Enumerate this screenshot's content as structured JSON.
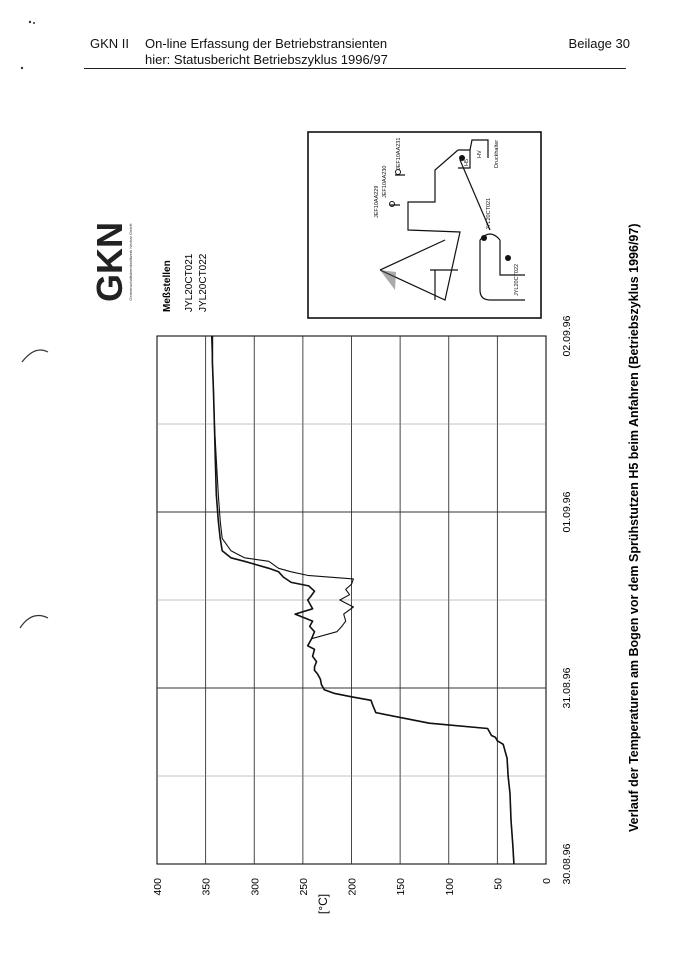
{
  "header": {
    "org": "GKN II",
    "line1": "On-line Erfassung der Betriebstransienten",
    "line2": "hier: Statusbericht Betriebszyklus 1996/97",
    "beilage": "Beilage 30"
  },
  "legend": {
    "heading": "Meßstellen",
    "items": [
      "JYL20CT021",
      "JYL20CT022"
    ]
  },
  "logo": {
    "text": "GKN",
    "subtitle": "Gemeinschaftskernkraftwerk Neckar GmbH"
  },
  "schematic": {
    "labels": [
      "JEF10AA231",
      "JEF10AA230",
      "JEF10AA229",
      "JYL20CT021",
      "JYL20CT022",
      "H5",
      "HV",
      "Druckhalter"
    ]
  },
  "caption": "Verlauf der Temperaturen am Bogen vor dem Sprühstutzen H5 beim Anfahren (Betriebszyklus 1996/97)",
  "chart_data": {
    "type": "line",
    "ylabel": "[°C]",
    "ylim": [
      0,
      400
    ],
    "yticks": [
      "0",
      "50",
      "100",
      "150",
      "200",
      "250",
      "300",
      "350",
      "400"
    ],
    "xlim": [
      0,
      3
    ],
    "xticks": [
      {
        "value": 0,
        "label": "30.08.96"
      },
      {
        "value": 1,
        "label": "31.08.96"
      },
      {
        "value": 2,
        "label": "01.09.96"
      },
      {
        "value": 3,
        "label": "02.09.96"
      }
    ],
    "series": [
      {
        "name": "JYL20CT021",
        "x": [
          0.0,
          0.1,
          0.25,
          0.4,
          0.5,
          0.6,
          0.68,
          0.7,
          0.72,
          0.73,
          0.77,
          0.8,
          0.86,
          0.9,
          0.93,
          0.95,
          0.97,
          0.99,
          1.02,
          1.05,
          1.08,
          1.1,
          1.12,
          1.15,
          1.18,
          1.22,
          1.24,
          1.28,
          1.32,
          1.35,
          1.38,
          1.42,
          1.45,
          1.48,
          1.5,
          1.52,
          1.55,
          1.58,
          1.6,
          1.63,
          1.66,
          1.68,
          1.72,
          1.74,
          1.78,
          1.85,
          1.95,
          2.1,
          2.3,
          2.5,
          2.7,
          2.85,
          3.0
        ],
        "y": [
          33,
          34,
          36,
          37,
          39,
          40,
          44,
          50,
          52,
          56,
          60,
          120,
          175,
          178,
          180,
          200,
          218,
          228,
          231,
          232,
          235,
          238,
          238,
          236,
          240,
          238,
          245,
          241,
          238,
          243,
          240,
          258,
          240,
          243,
          245,
          242,
          238,
          244,
          262,
          270,
          275,
          285,
          310,
          324,
          333,
          335,
          337,
          339,
          340,
          341,
          342,
          343,
          343
        ]
      },
      {
        "name": "JYL20CT022",
        "x": [
          0.0,
          0.1,
          0.25,
          0.4,
          0.5,
          0.6,
          0.68,
          0.7,
          0.72,
          0.73,
          0.77,
          0.8,
          0.86,
          0.9,
          0.93,
          0.95,
          0.97,
          0.99,
          1.02,
          1.05,
          1.08,
          1.1,
          1.12,
          1.15,
          1.18,
          1.22,
          1.24,
          1.28,
          1.32,
          1.35,
          1.38,
          1.42,
          1.46,
          1.5,
          1.53,
          1.56,
          1.59,
          1.62,
          1.64,
          1.66,
          1.68,
          1.72,
          1.74,
          1.78,
          1.85,
          1.95,
          2.1,
          2.3,
          2.5,
          2.7,
          2.85,
          3.0
        ],
        "y": [
          33,
          34,
          36,
          37,
          39,
          40,
          44,
          50,
          52,
          56,
          60,
          120,
          175,
          178,
          180,
          200,
          218,
          228,
          231,
          232,
          235,
          238,
          238,
          236,
          240,
          238,
          245,
          241,
          215,
          210,
          206,
          208,
          198,
          212,
          202,
          206,
          200,
          198,
          245,
          262,
          275,
          285,
          310,
          324,
          333,
          335,
          337,
          339,
          341,
          342,
          343,
          344
        ]
      }
    ]
  }
}
